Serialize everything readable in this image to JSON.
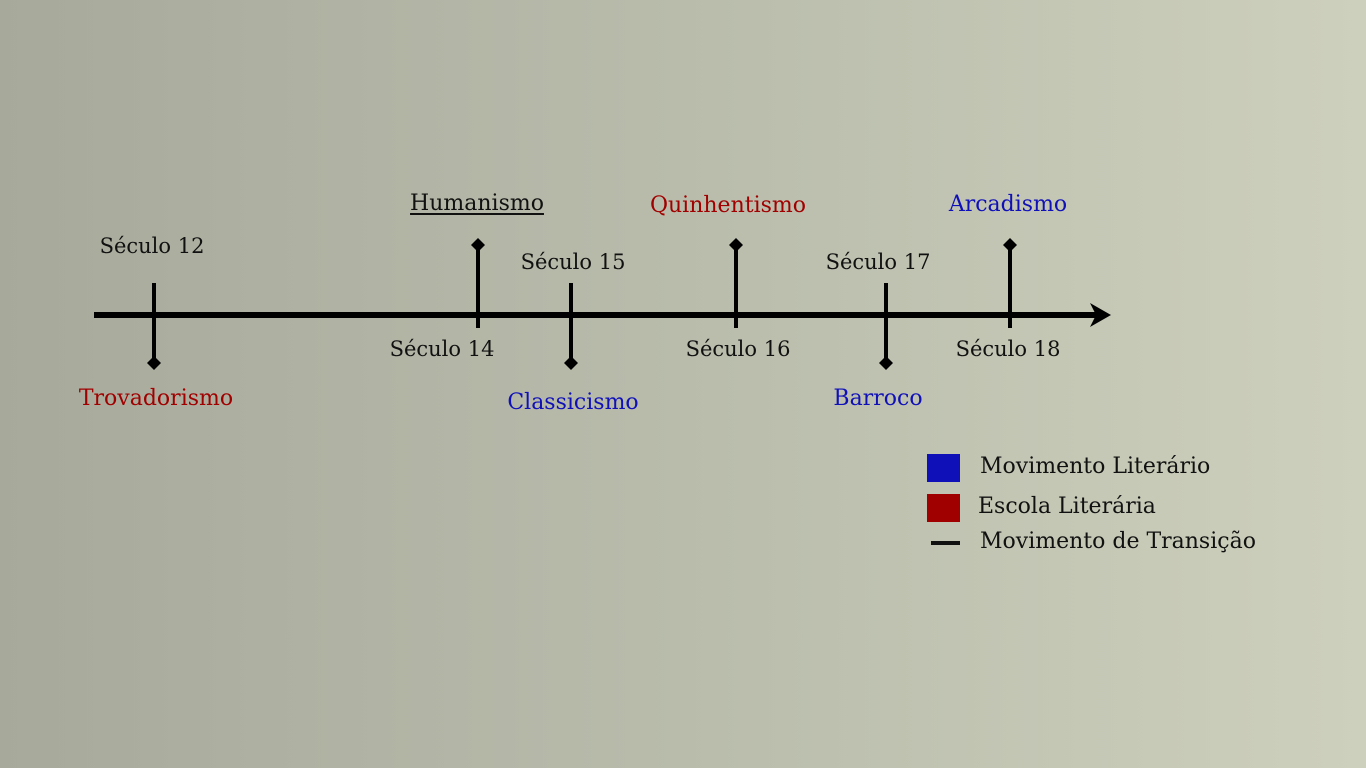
{
  "colors": {
    "movimento": "#1010b8",
    "escola": "#a00000",
    "transicao": "#111111",
    "axis": "#000000"
  },
  "events": [
    {
      "id": "trovadorismo",
      "name": "Trovadorismo",
      "century": "Século 12",
      "type": "escola",
      "side": "below"
    },
    {
      "id": "humanismo",
      "name": "Humanismo",
      "century": "Século 14",
      "type": "transicao",
      "side": "above"
    },
    {
      "id": "classicismo",
      "name": "Classicismo",
      "century": "Século 15",
      "type": "movimento",
      "side": "below"
    },
    {
      "id": "quinhentismo",
      "name": "Quinhentismo",
      "century": "Século 16",
      "type": "escola",
      "side": "above"
    },
    {
      "id": "barroco",
      "name": "Barroco",
      "century": "Século 17",
      "type": "movimento",
      "side": "below"
    },
    {
      "id": "arcadismo",
      "name": "Arcadismo",
      "century": "Século 18",
      "type": "movimento",
      "side": "above"
    }
  ],
  "legend": [
    {
      "label": "Movimento Literário",
      "type": "movimento",
      "icon": "blue-square"
    },
    {
      "label": "Escola Literária",
      "type": "escola",
      "icon": "red-square"
    },
    {
      "label": "Movimento de Transição",
      "type": "transicao",
      "icon": "dash"
    }
  ]
}
